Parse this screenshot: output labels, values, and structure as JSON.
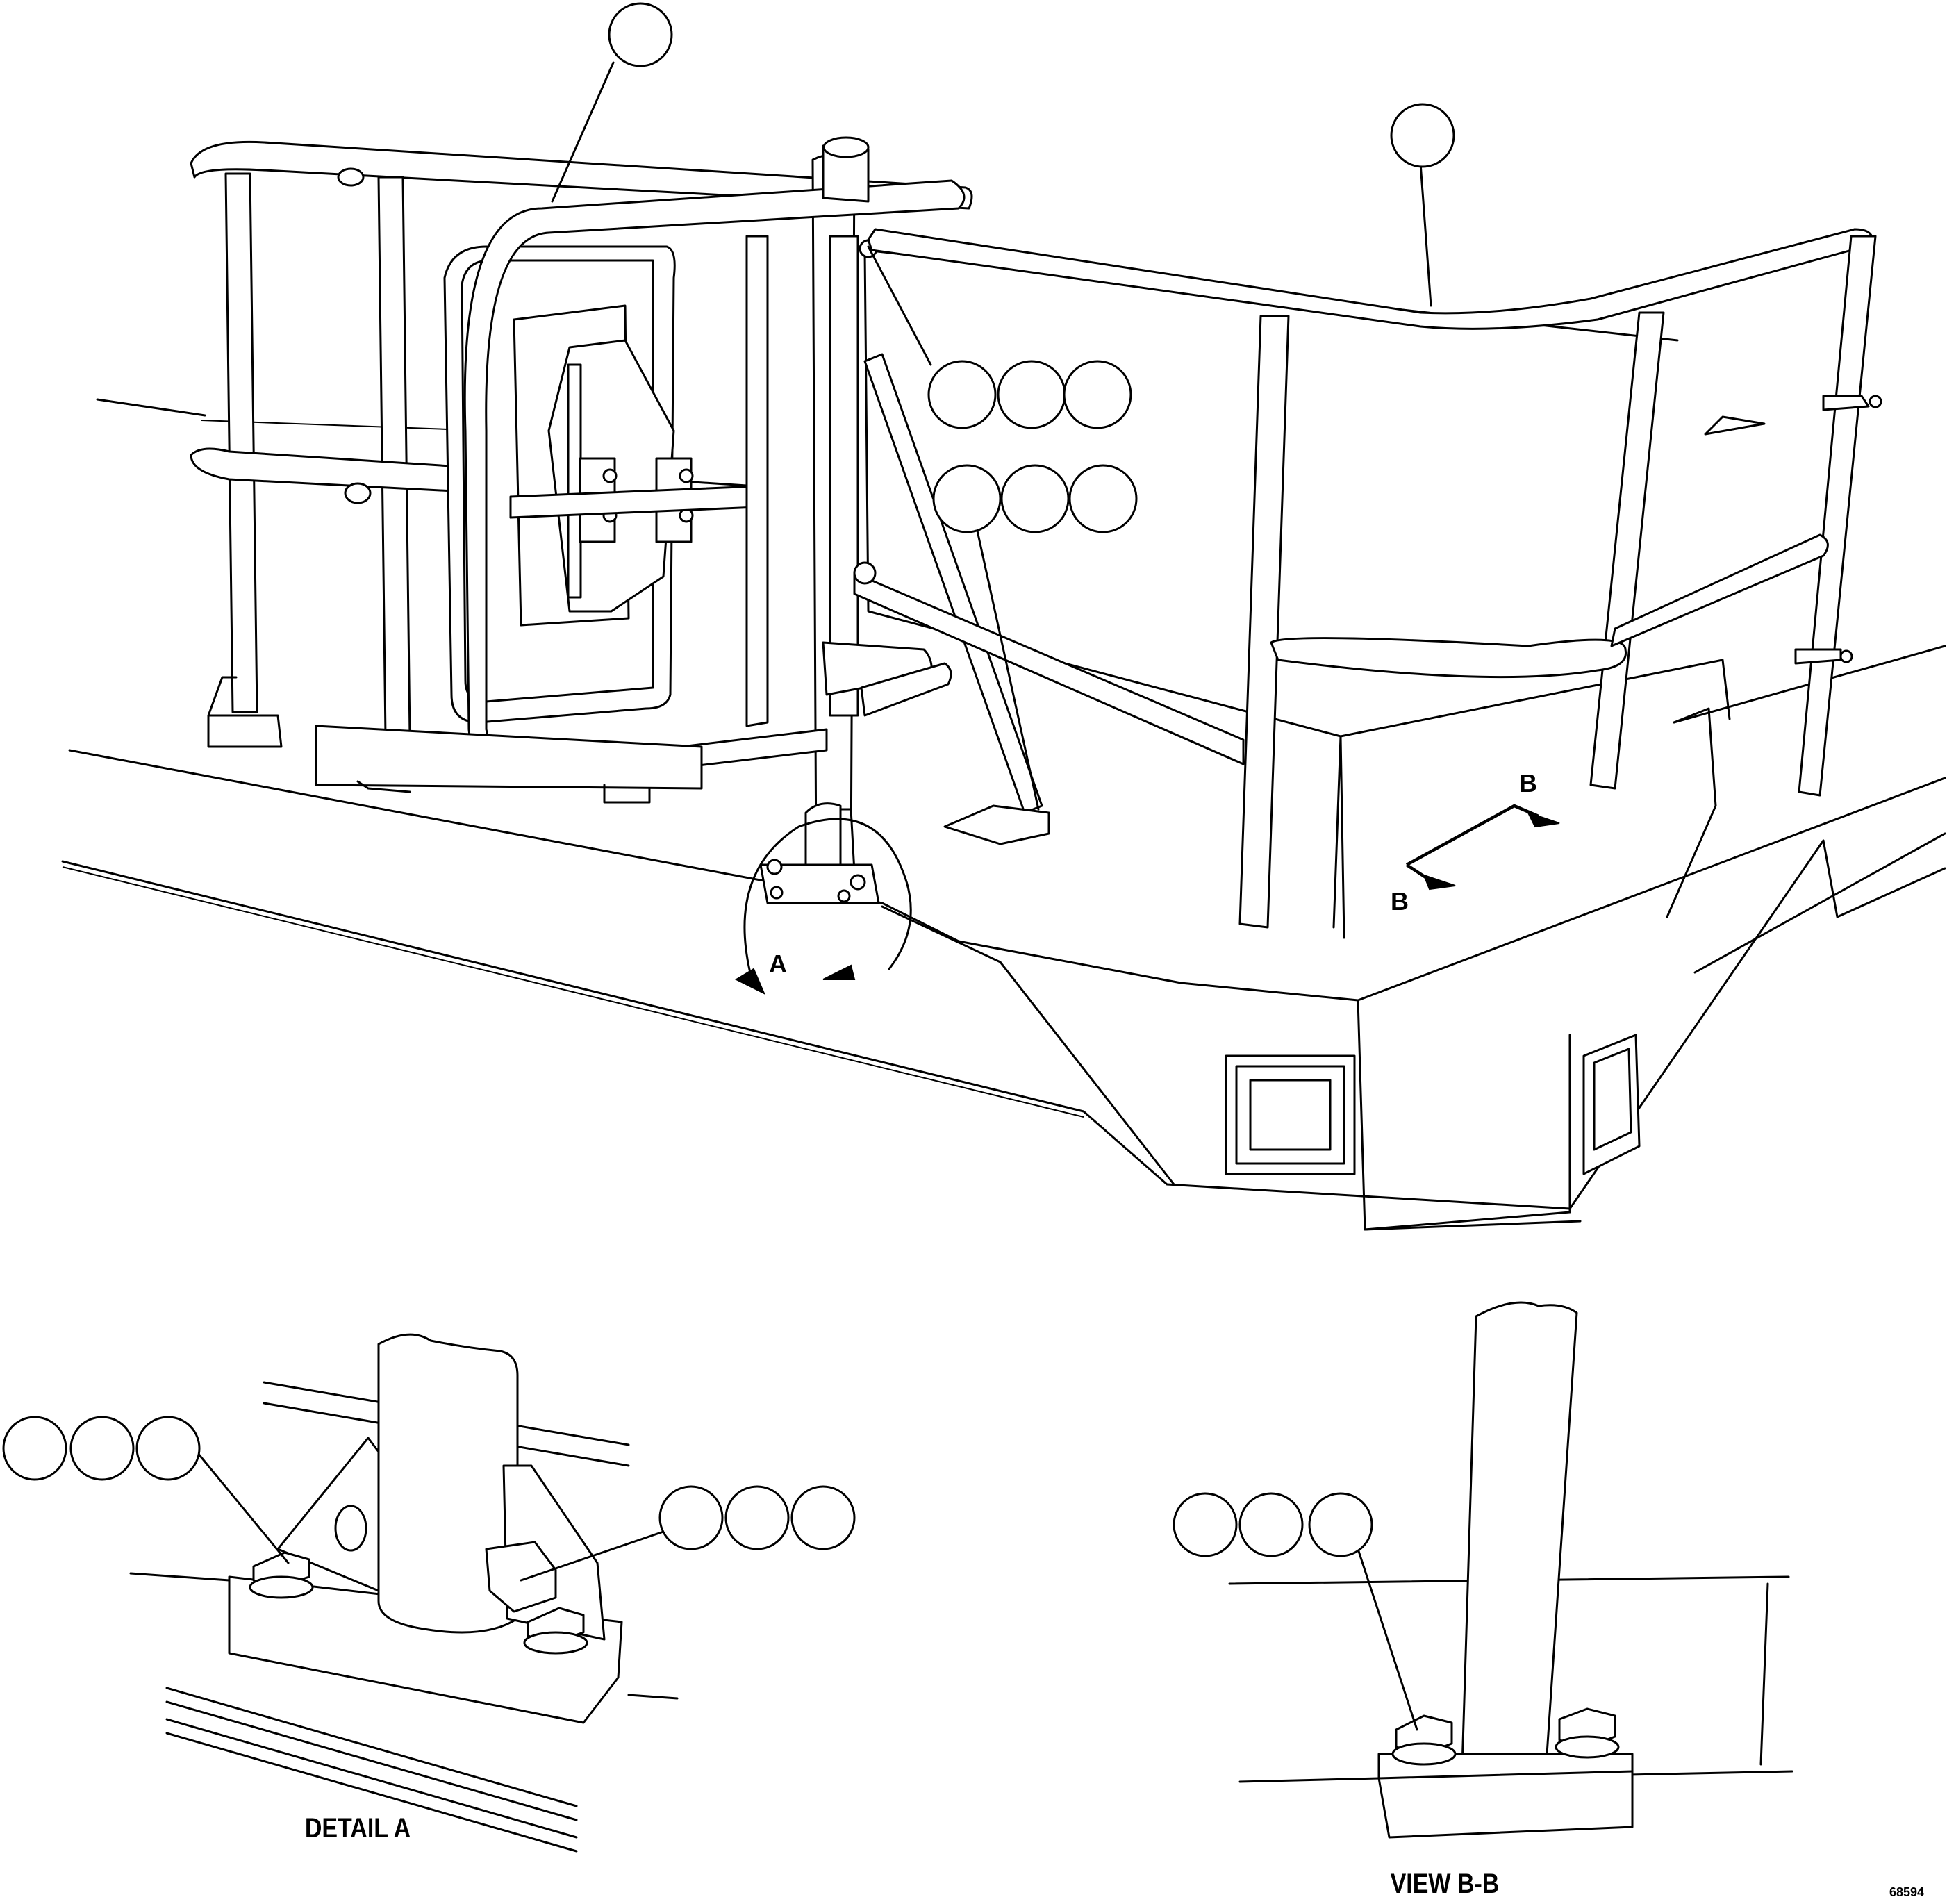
{
  "section_markers": {
    "detail_a": "A",
    "section_b": "B"
  },
  "captions": {
    "detail_a": "DETAIL A",
    "view_bb": "VIEW B-B"
  },
  "drawing_number": "68594"
}
